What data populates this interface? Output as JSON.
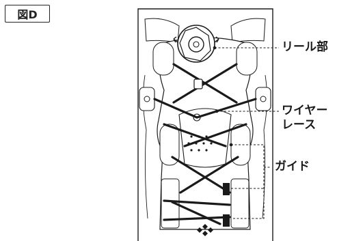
{
  "figure_label": "図D",
  "callouts": {
    "reel": "リール部",
    "wire_line1": "ワイヤー",
    "wire_line2": "レース",
    "guide": "ガイド"
  },
  "colors": {
    "line": "#1a1a1a",
    "background": "#ffffff"
  }
}
